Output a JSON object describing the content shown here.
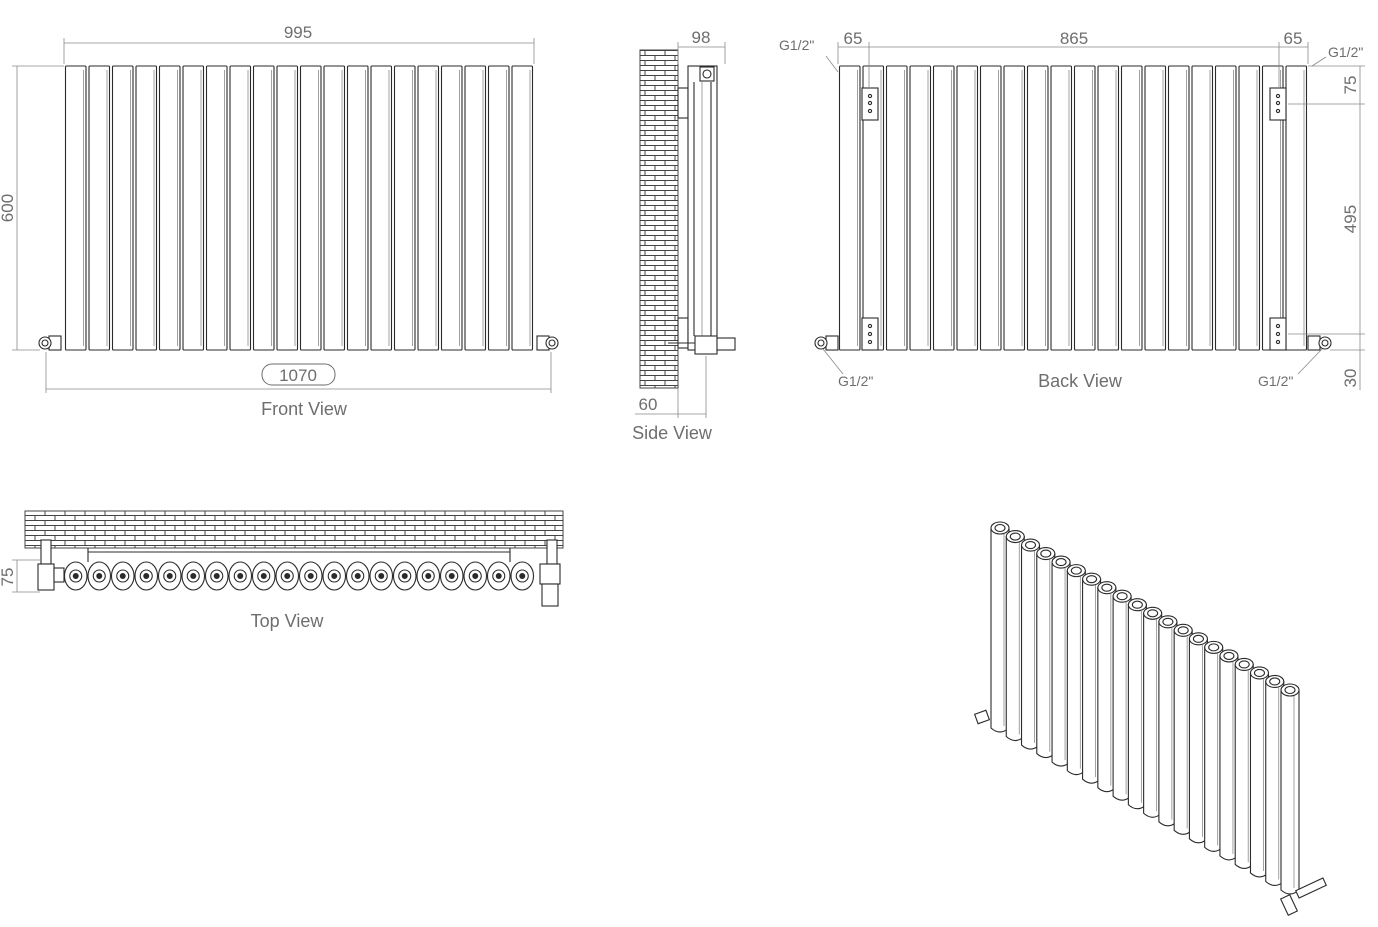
{
  "views": {
    "front": {
      "caption": "Front View",
      "width_overall": "995",
      "height": "600",
      "width_with_valves": "1070"
    },
    "side": {
      "caption": "Side View",
      "depth": "98",
      "wall_gap": "60"
    },
    "back": {
      "caption": "Back View",
      "edge_left": "65",
      "centres": "865",
      "edge_right": "65",
      "bracket_top": "75",
      "bracket_spacing": "495",
      "bracket_bottom": "30",
      "conn_top_left": "G1/2\"",
      "conn_top_right": "G1/2\"",
      "conn_bottom_left": "G1/2\"",
      "conn_bottom_right": "G1/2\""
    },
    "top": {
      "caption": "Top View",
      "depth": "75"
    }
  },
  "radiator": {
    "columns": 20
  },
  "colors": {
    "line": "#2b2b2b",
    "dimension": "#8a8a8a",
    "text": "#6e6e6e"
  }
}
